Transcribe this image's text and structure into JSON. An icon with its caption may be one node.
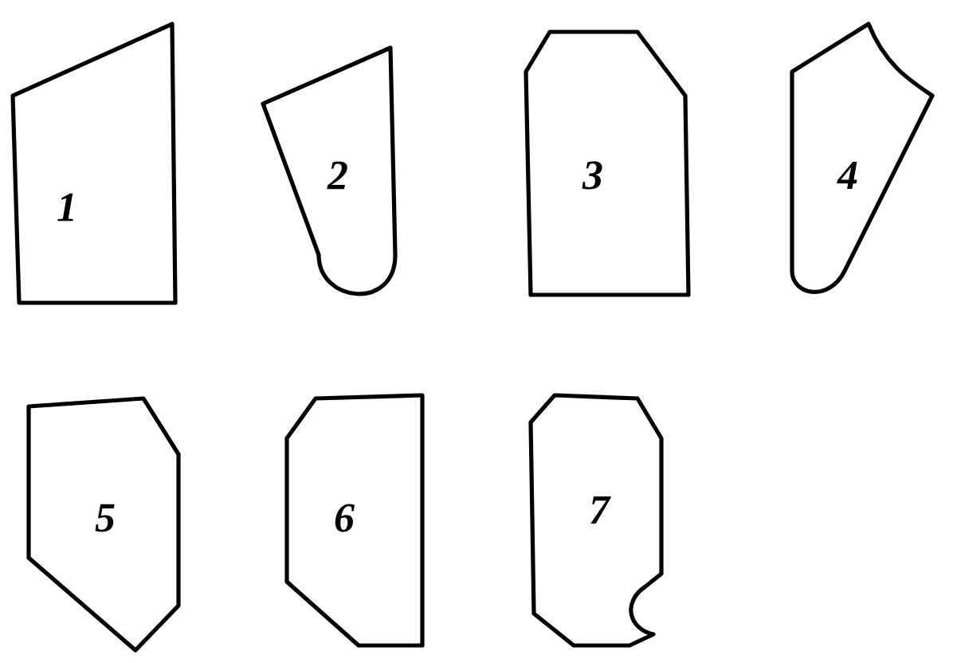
{
  "diagram": {
    "nodes": [
      {
        "text": [
          "1"
        ]
      },
      {
        "text": [
          "2"
        ]
      },
      {
        "text": [
          "3"
        ]
      },
      {
        "text": [
          "4"
        ]
      },
      {
        "text": [
          "5"
        ]
      },
      {
        "text": [
          "6"
        ]
      },
      {
        "text": [
          "7"
        ]
      }
    ]
  }
}
